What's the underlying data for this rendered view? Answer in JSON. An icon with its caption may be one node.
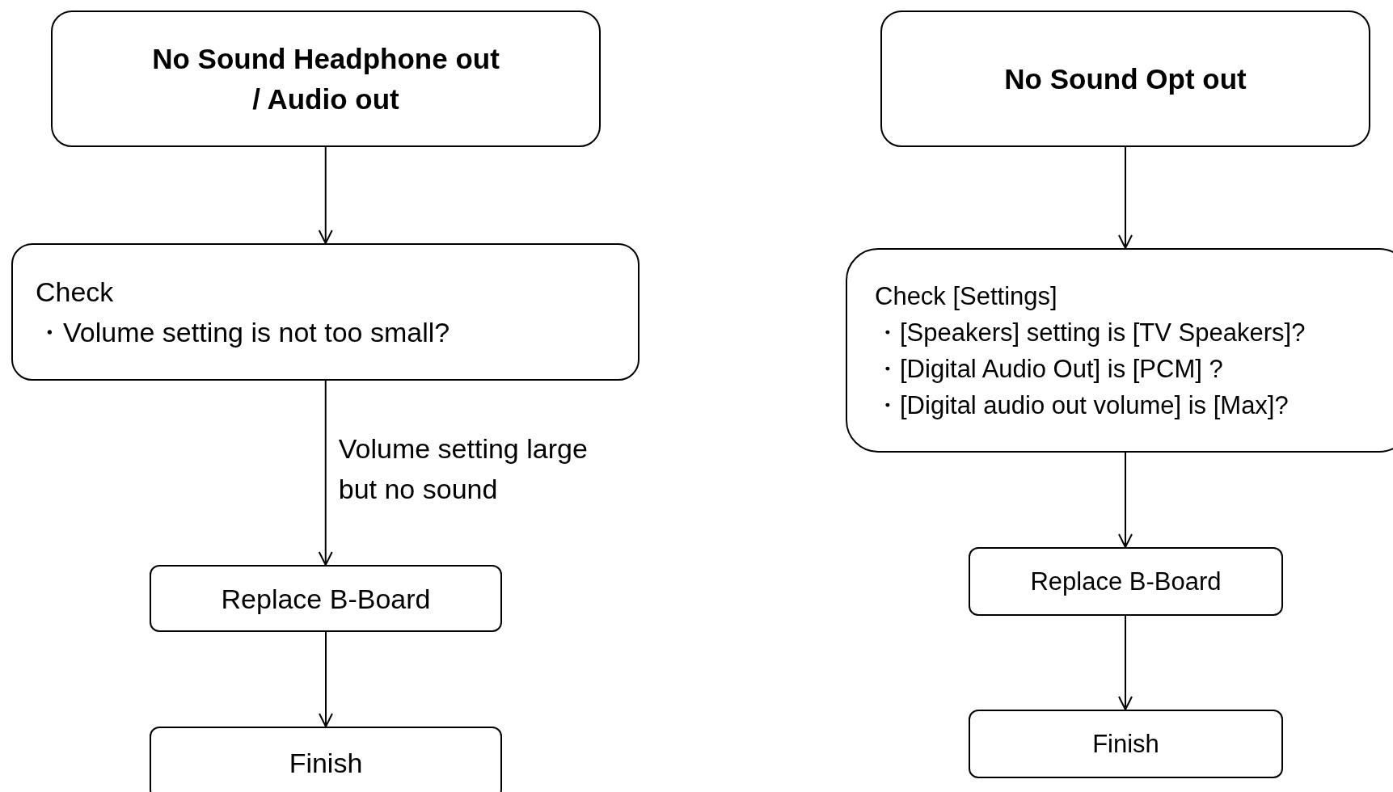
{
  "diagram": {
    "nodes": [
      {
        "text": [
          "No Sound Headphone out / Audio out"
        ]
      },
      {
        "text": [
          "Check",
          "・Volume setting is not too small?"
        ]
      },
      {
        "text": [
          "Replace B-Board"
        ]
      },
      {
        "text": [
          "Finish"
        ]
      },
      {
        "text": [
          "No Sound Opt out"
        ]
      },
      {
        "text": [
          "Check [Settings]",
          "・[Speakers] setting is [TV Speakers]?",
          "・[Digital Audio Out] is [PCM] ?",
          "・[Digital audio out volume] is [Max]?"
        ]
      },
      {
        "text": [
          "Replace B-Board"
        ]
      },
      {
        "text": [
          "Finish"
        ]
      }
    ],
    "edges": [
      {
        "from": 0,
        "to": 1,
        "arrow": "to"
      },
      {
        "from": 1,
        "to": 2,
        "arrow": "to",
        "label": "Volume setting large but no sound"
      },
      {
        "from": 2,
        "to": 3,
        "arrow": "to"
      },
      {
        "from": 4,
        "to": 5,
        "arrow": "to"
      },
      {
        "from": 5,
        "to": 6,
        "arrow": "to"
      },
      {
        "from": 6,
        "to": 7,
        "arrow": "to"
      }
    ]
  }
}
